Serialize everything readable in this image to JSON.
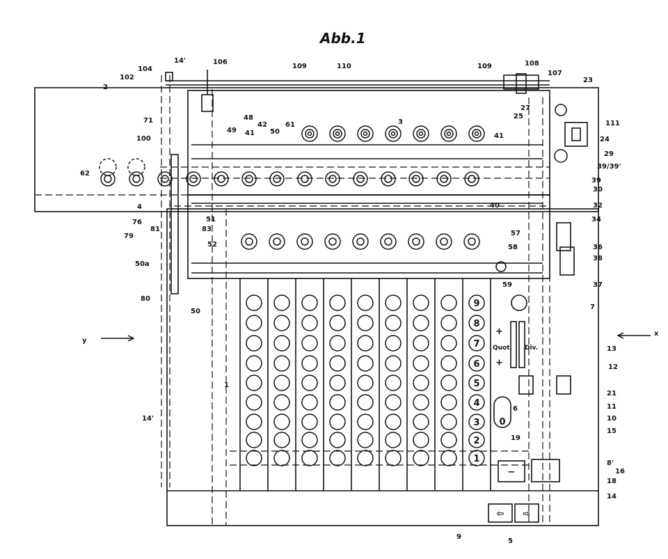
{
  "figure": {
    "title": "Abb.1",
    "reference_numerals": [
      "2",
      "102",
      "104",
      "14'",
      "106",
      "109",
      "110",
      "109",
      "108",
      "107",
      "23",
      "27",
      "25",
      "111",
      "24",
      "29",
      "39/39'",
      "39",
      "30",
      "32",
      "34",
      "36",
      "38",
      "37",
      "71",
      "100",
      "48",
      "49",
      "41",
      "42",
      "50",
      "61",
      "3",
      "41",
      "40",
      "62",
      "4",
      "76",
      "79",
      "81",
      "83",
      "51",
      "52",
      "50a",
      "80",
      "50",
      "57",
      "58",
      "59",
      "7",
      "13",
      "12",
      "21",
      "11",
      "10",
      "15",
      "8'",
      "16",
      "18",
      "14",
      "14'",
      "1",
      "6",
      "19",
      "9",
      "5",
      "y",
      "x"
    ],
    "key_digits": [
      "9",
      "8",
      "7",
      "6",
      "5",
      "4",
      "3",
      "2",
      "1"
    ],
    "zero_key": "0",
    "minus_key": "−",
    "lever_labels": {
      "plus_top": "+",
      "plus_bottom": "+",
      "quot": "Quot.",
      "div": "Div."
    },
    "arrows": {
      "left": "⇦",
      "right": "⇨"
    }
  }
}
